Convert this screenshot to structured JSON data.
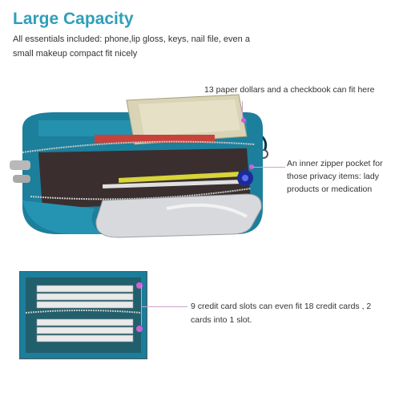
{
  "heading": {
    "title": "Large Capacity",
    "subtitle": "All essentials included: phone,lip gloss, keys, nail file, even a small makeup compact fit nicely"
  },
  "callouts": {
    "paper_dollars": "13 paper dollars and a checkbook can fit here",
    "inner_pocket": "An inner zipper pocket for those privacy items: lady products or medication",
    "card_slots": "9 credit card slots can even fit 18 credit cards , 2 cards into 1 slot."
  },
  "colors": {
    "accent": "#2f9fb9",
    "leather": "#1f8aa8",
    "marker": "#d35fd8"
  }
}
